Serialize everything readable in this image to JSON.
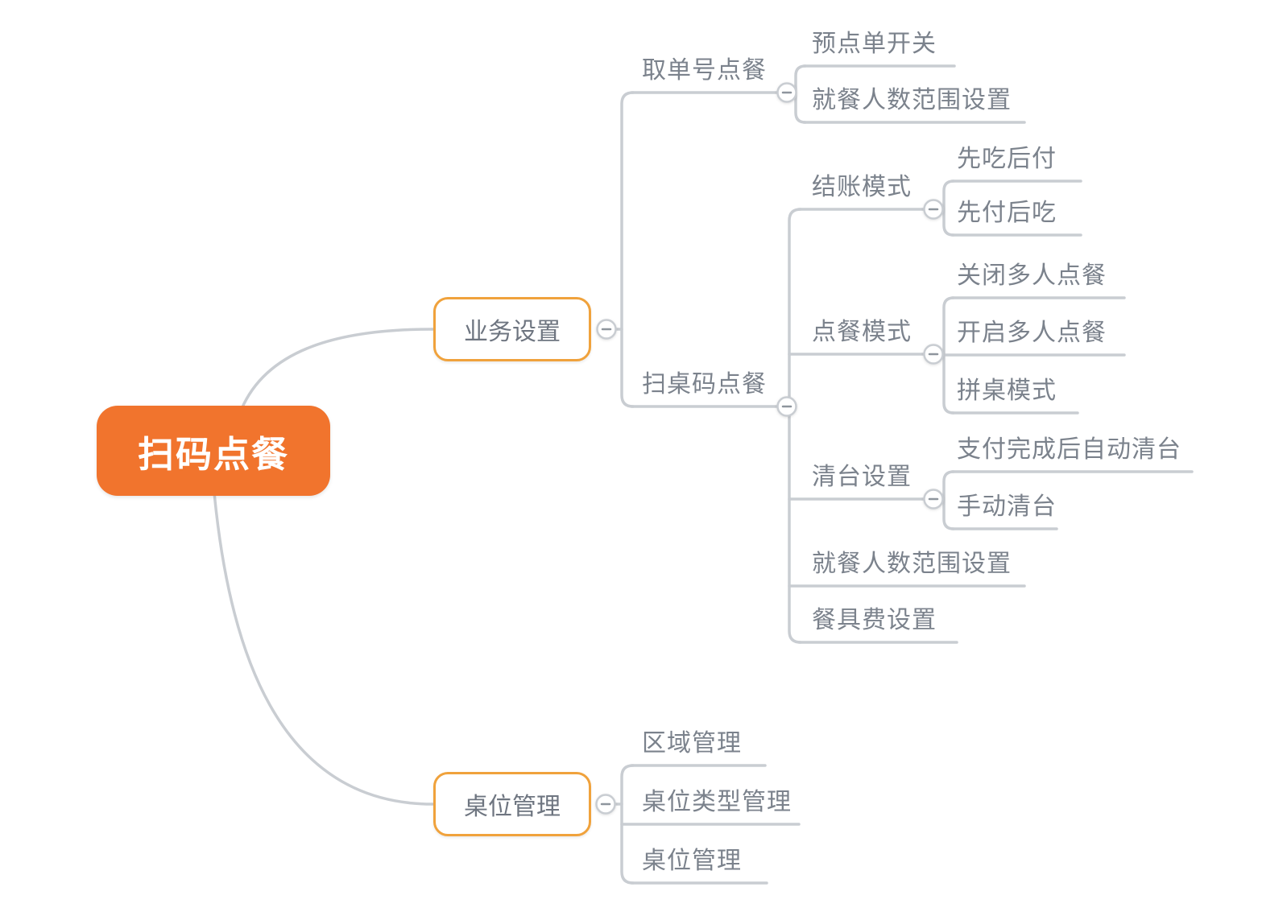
{
  "mindmap": {
    "root": {
      "label": "扫码点餐"
    },
    "branches": [
      {
        "label": "业务设置",
        "children": [
          {
            "label": "取单号点餐",
            "children": [
              {
                "label": "预点单开关"
              },
              {
                "label": "就餐人数范围设置"
              }
            ]
          },
          {
            "label": "扫桌码点餐",
            "children": [
              {
                "label": "结账模式",
                "children": [
                  {
                    "label": "先吃后付"
                  },
                  {
                    "label": "先付后吃"
                  }
                ]
              },
              {
                "label": "点餐模式",
                "children": [
                  {
                    "label": "关闭多人点餐"
                  },
                  {
                    "label": "开启多人点餐"
                  },
                  {
                    "label": "拼桌模式"
                  }
                ]
              },
              {
                "label": "清台设置",
                "children": [
                  {
                    "label": "支付完成后自动清台"
                  },
                  {
                    "label": "手动清台"
                  }
                ]
              },
              {
                "label": "就餐人数范围设置"
              },
              {
                "label": "餐具费设置"
              }
            ]
          }
        ]
      },
      {
        "label": "桌位管理",
        "children": [
          {
            "label": "区域管理"
          },
          {
            "label": "桌位类型管理"
          },
          {
            "label": "桌位管理"
          }
        ]
      }
    ],
    "colors": {
      "root_fill": "#F1742D",
      "root_text": "#FFFFFF",
      "branch_border": "#F0A23C",
      "connector_line": "#C9CDD2",
      "topic_text": "#7B828C",
      "collapse_minus": "#8E959D"
    },
    "collapse_icon": "minus"
  }
}
